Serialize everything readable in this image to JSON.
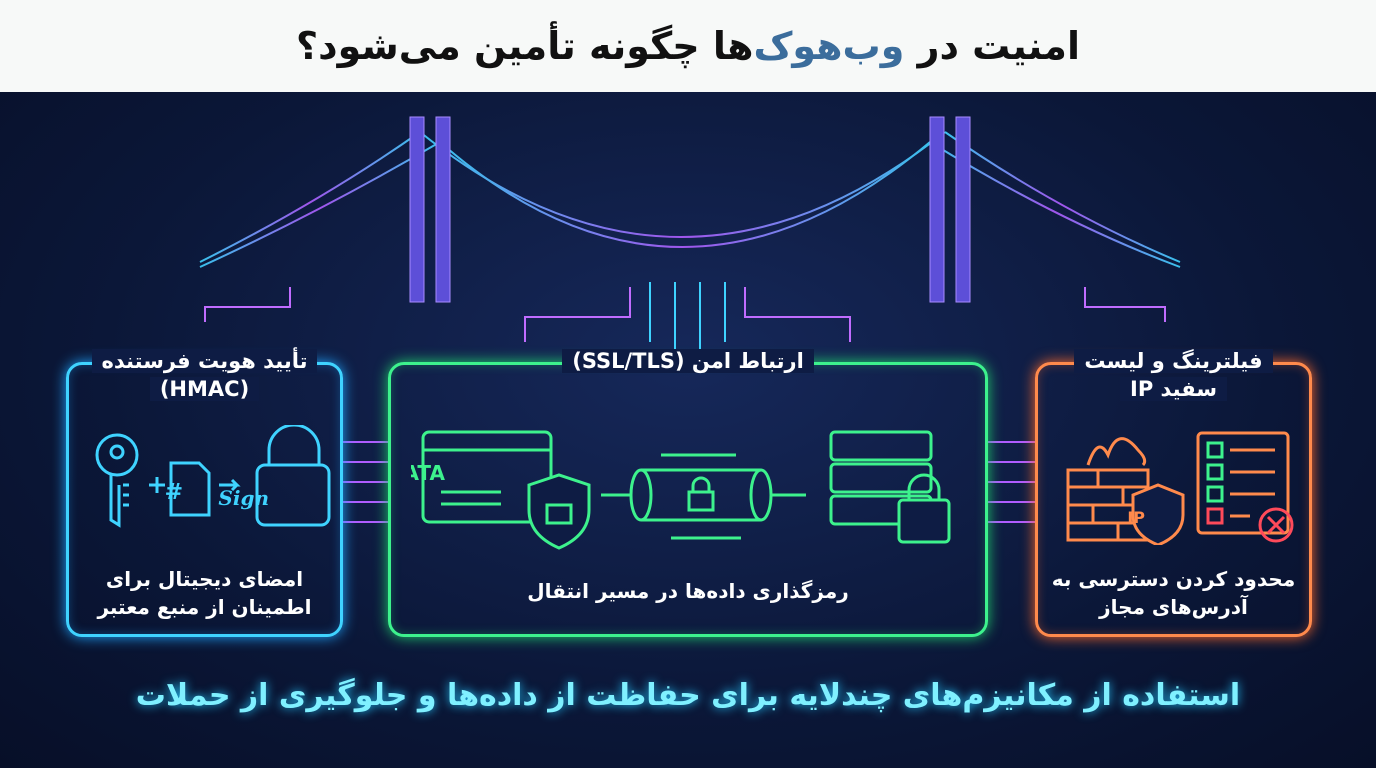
{
  "header": {
    "title_before": "امنیت در ",
    "title_highlight": "وب‌هوک",
    "title_after": "‌ها چگونه تأمین می‌شود؟"
  },
  "cards": [
    {
      "title_line1": "تأیید هویت فرستنده",
      "title_line2": "(HMAC)",
      "icon_text": "Sign",
      "desc_line1": "امضای دیجیتال برای",
      "desc_line2": "اطمینان از منبع معتبر",
      "color": "#3fd3ff"
    },
    {
      "title_line1": "ارتباط امن (SSL/TLS)",
      "icon_text": "DATA",
      "desc_line1": "رمزگذاری داده‌ها در مسیر انتقال",
      "color": "#3df28d"
    },
    {
      "title_line1": "فیلترینگ و لیست",
      "title_line2": "سفید IP",
      "icon_text": "IP",
      "desc_line1": "محدود کردن دسترسی به",
      "desc_line2": "آدرس‌های مجاز",
      "color": "#ff8a4c"
    }
  ],
  "footer": {
    "text": "استفاده از مکانیزم‌های چندلایه برای حفاظت از داده‌ها و جلوگیری از حملات"
  }
}
